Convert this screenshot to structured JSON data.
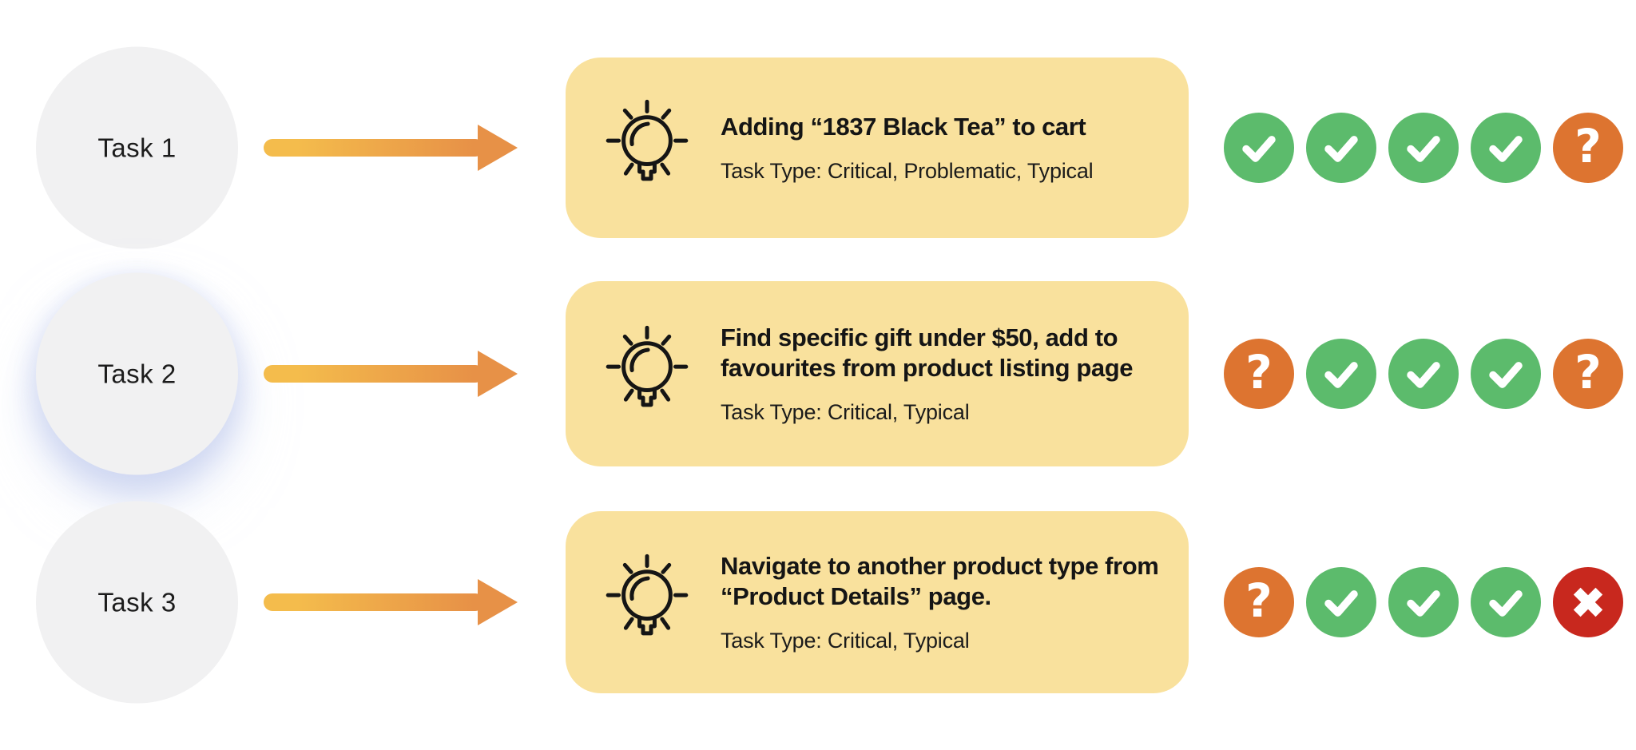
{
  "rows": [
    {
      "task_label": "Task 1",
      "title": "Adding “1837 Black Tea” to cart",
      "task_type": "Task Type: Critical, Problematic, Typical",
      "statuses": [
        "check",
        "check",
        "check",
        "check",
        "question"
      ]
    },
    {
      "task_label": "Task 2",
      "title": "Find specific gift under $50, add to favourites from product listing page",
      "task_type": "Task Type: Critical, Typical",
      "statuses": [
        "question",
        "check",
        "check",
        "check",
        "question"
      ]
    },
    {
      "task_label": "Task 3",
      "title": "Navigate to another product type from “Product Details” page.",
      "task_type": "Task Type: Critical, Typical",
      "statuses": [
        "question",
        "check",
        "check",
        "check",
        "cross"
      ]
    }
  ],
  "glyphs": {
    "question": "?",
    "check": "✓",
    "cross": "✕",
    "lightbulb": "lightbulb-outline",
    "arrow": "arrow-right"
  },
  "colors": {
    "card_bg": "#F9E19D",
    "circle_bg": "#F1F1F2",
    "check_green": "#5CBB6C",
    "question_orange": "#DD7430",
    "cross_red": "#C8281E",
    "arrow_start": "#F4BC4C",
    "arrow_end": "#E79147",
    "text": "#151515"
  }
}
